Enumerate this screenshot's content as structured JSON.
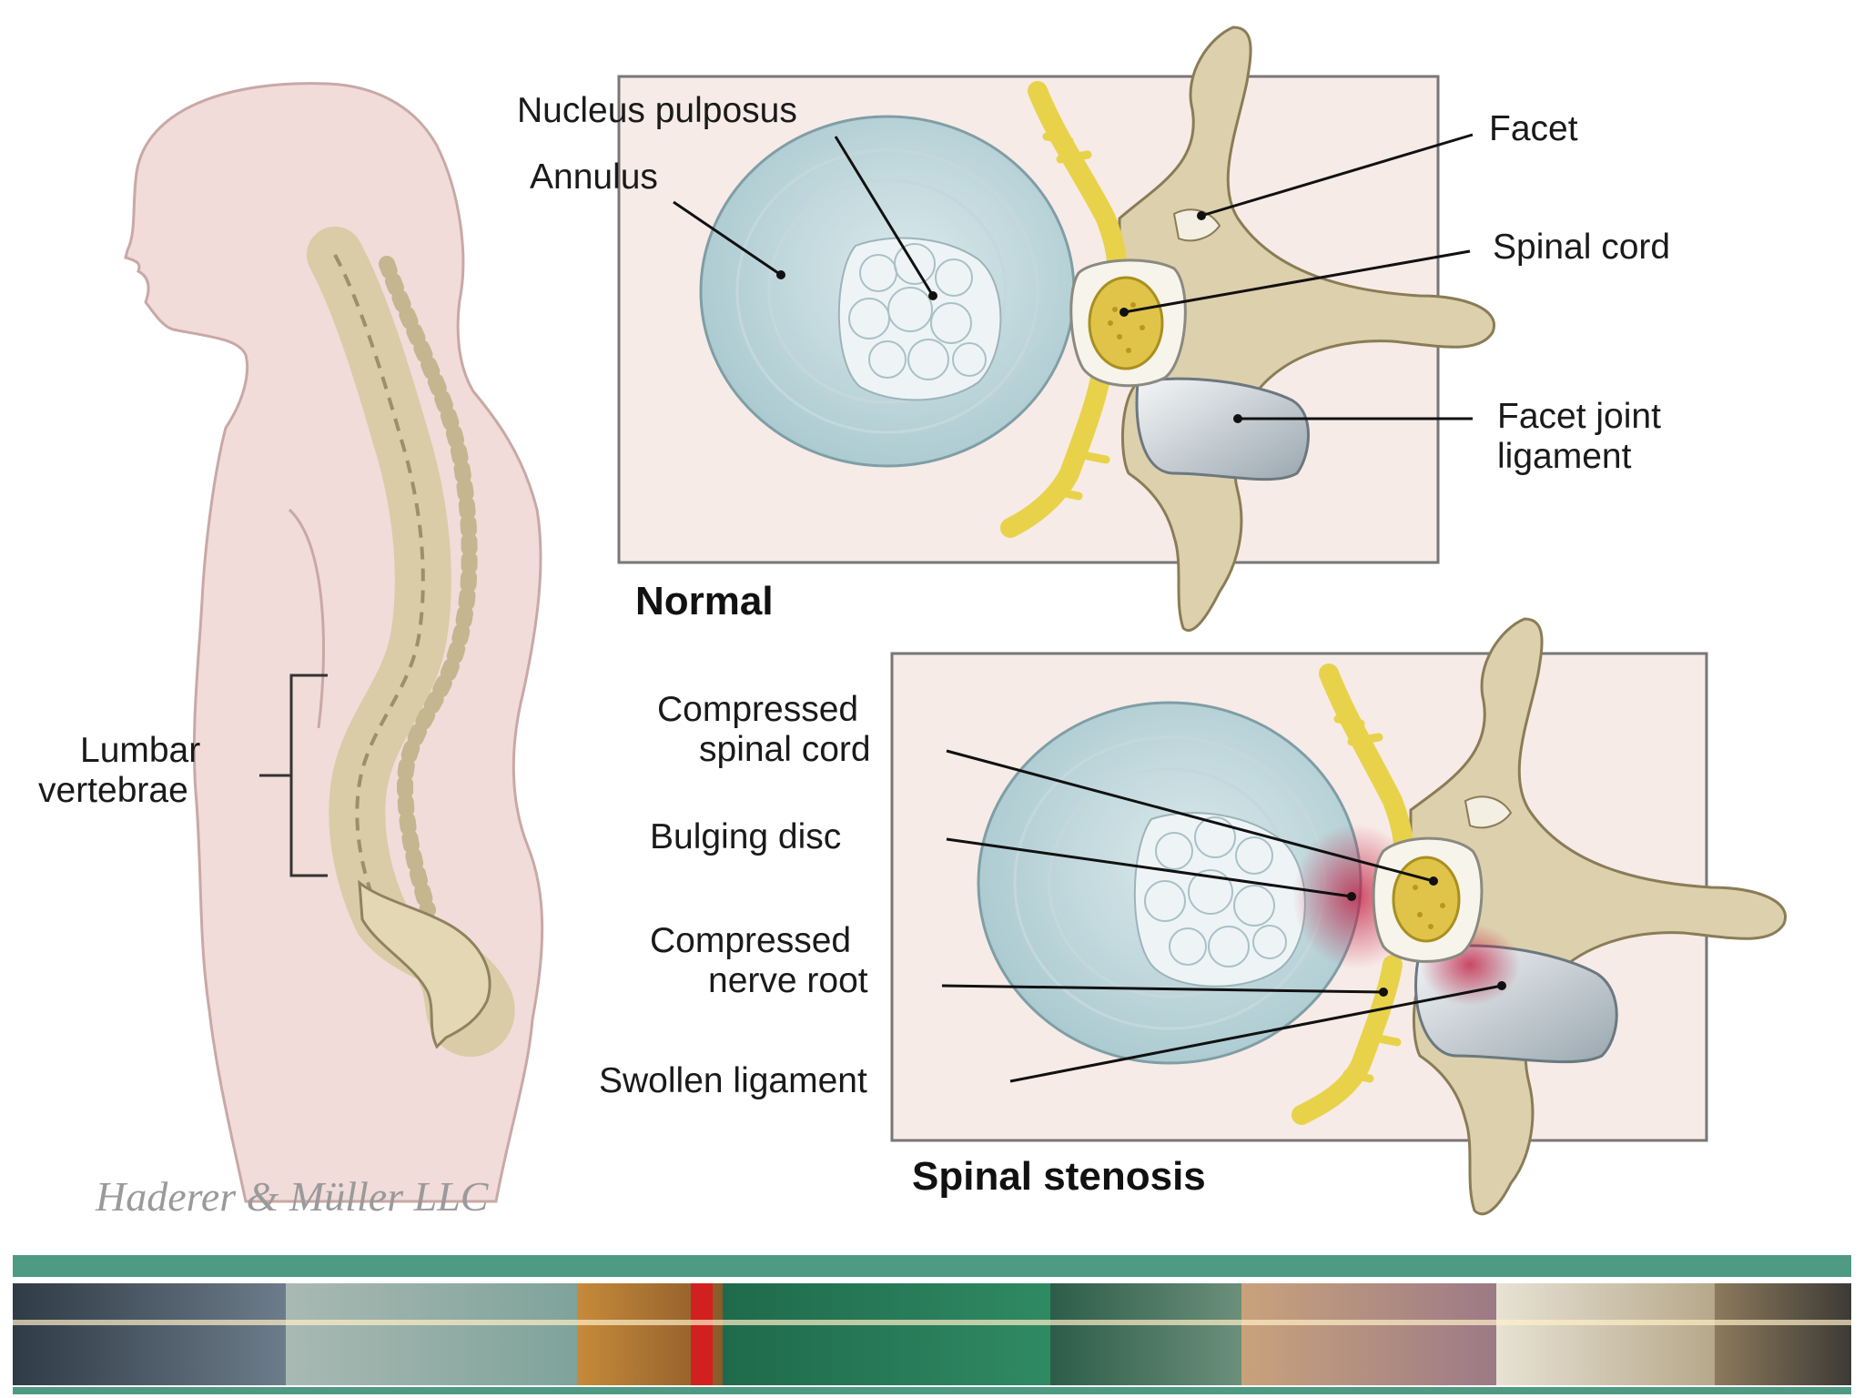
{
  "figure": {
    "normal": {
      "title": "Normal",
      "labels": {
        "nucleus": "Nucleus pulposus",
        "annulus": "Annulus",
        "facet": "Facet",
        "spinal_cord": "Spinal cord",
        "facet_joint_ligament_1": "Facet joint",
        "facet_joint_ligament_2": "ligament"
      }
    },
    "stenosis": {
      "title": "Spinal stenosis",
      "labels": {
        "compressed_cord_1": "Compressed",
        "compressed_cord_2": "spinal cord",
        "bulging_disc": "Bulging disc",
        "compressed_root_1": "Compressed",
        "compressed_root_2": "nerve root",
        "swollen_ligament": "Swollen ligament"
      }
    },
    "body": {
      "lumbar_1": "Lumbar",
      "lumbar_2": "vertebrae"
    },
    "credit": "Haderer & Müller LLC"
  },
  "banner": {
    "frame_color": "#4e9a82"
  }
}
